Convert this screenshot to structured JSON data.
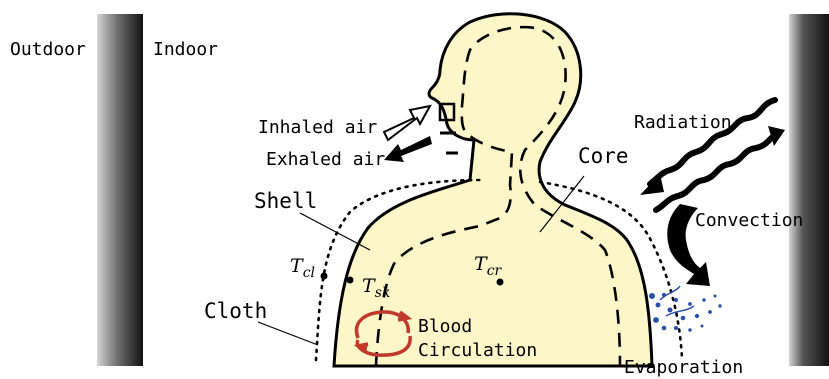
{
  "labels": {
    "outdoor": "Outdoor",
    "indoor": "Indoor",
    "inhaled_air": "Inhaled air",
    "exhaled_air": "Exhaled air",
    "radiation": "Radiation",
    "core": "Core",
    "shell": "Shell",
    "convection": "Convection",
    "cloth": "Cloth",
    "blood": "Blood",
    "circulation": "Circulation",
    "evaporation": "Evaporation"
  },
  "symbols": {
    "t_cl": {
      "base": "T",
      "sub": "cl"
    },
    "t_sk": {
      "base": "T",
      "sub": "sk"
    },
    "t_cr": {
      "base": "T",
      "sub": "cr"
    }
  },
  "colors": {
    "body_fill": "#fdf6c8",
    "wall_dark": "#1a1a1a",
    "wall_light": "#cfcfcf",
    "blood_circulation": "#c0392b",
    "evaporation": "#2850a8"
  }
}
